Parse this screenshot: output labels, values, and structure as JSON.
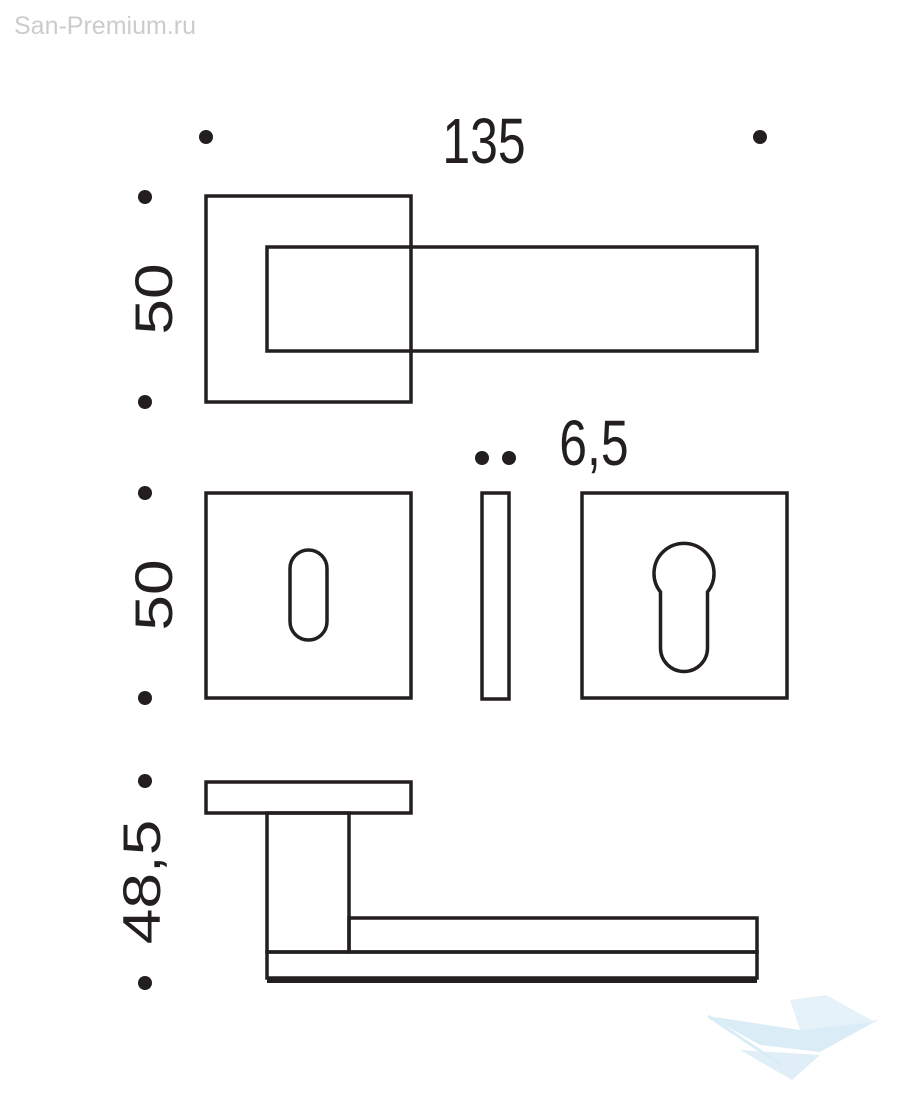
{
  "watermark": "San-Premium.ru",
  "dimensions": {
    "handle_length": "135",
    "rose_height": "50",
    "escutcheon_height": "50",
    "escutcheon_thickness": "6,5",
    "handle_projection": "48,5"
  },
  "colors": {
    "line": "#231f20",
    "watermark": "#cccccc",
    "logo": "#cfe6f3"
  },
  "logo_icon": "ship-logo-icon"
}
